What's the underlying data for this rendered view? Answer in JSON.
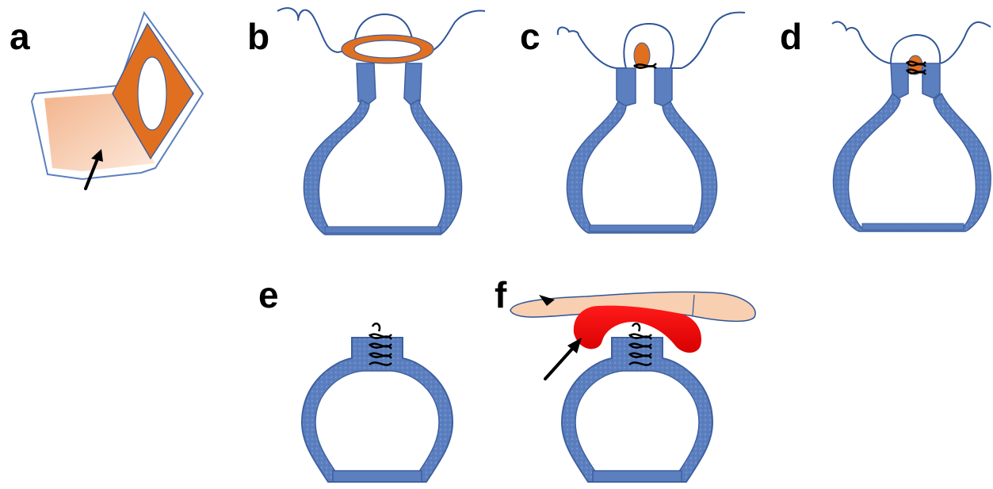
{
  "panels": [
    {
      "id": "a",
      "label": "a",
      "depicts": "cuff-flap-with-arrow"
    },
    {
      "id": "b",
      "label": "b",
      "depicts": "flask-with-orange-ring"
    },
    {
      "id": "c",
      "label": "c",
      "depicts": "flask-single-suture"
    },
    {
      "id": "d",
      "label": "d",
      "depicts": "flask-multiple-sutures"
    },
    {
      "id": "e",
      "label": "e",
      "depicts": "closed-stump-sutures"
    },
    {
      "id": "f",
      "label": "f",
      "depicts": "closed-stump-red-patch-and-flap"
    }
  ],
  "colors": {
    "wall_fill": "#5b7fbf",
    "wall_stroke": "#3f5f9f",
    "orange": "#e07020",
    "flap": "#f8cfb0",
    "red": "#e00000",
    "outline": "#2f5597",
    "ink": "#000000"
  }
}
